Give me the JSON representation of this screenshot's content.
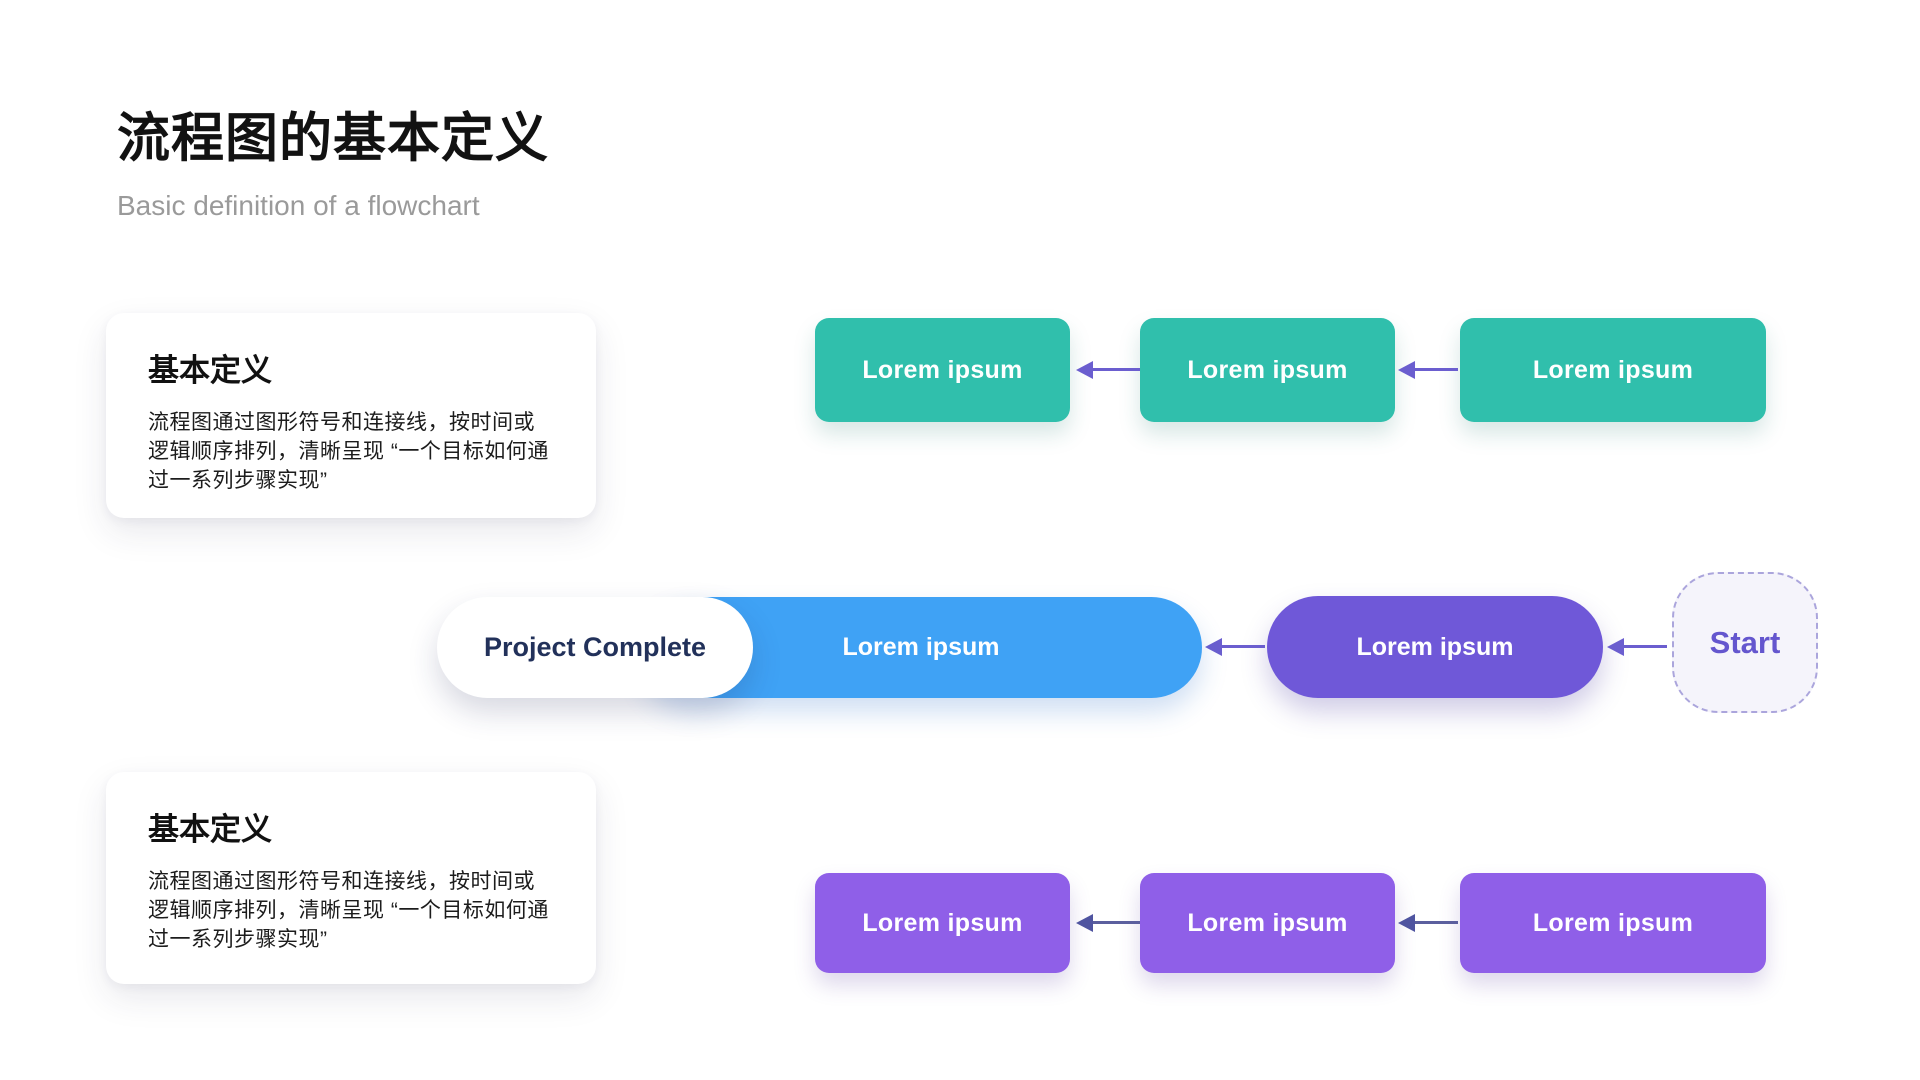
{
  "slide": {
    "title": "流程图的基本定义",
    "subtitle": "Basic definition of a flowchart"
  },
  "cards": {
    "top": {
      "title": "基本定义",
      "body": "流程图通过图形符号和连接线，按时间或逻辑顺序排列，清晰呈现 “一个目标如何通过一系列步骤实现”"
    },
    "bottom": {
      "title": "基本定义",
      "body": "流程图通过图形符号和连接线，按时间或逻辑顺序排列，清晰呈现 “一个目标如何通过一系列步骤实现”"
    }
  },
  "flowchart": {
    "top_row": {
      "boxes": [
        "Lorem ipsum",
        "Lorem ipsum",
        "Lorem ipsum"
      ]
    },
    "middle_row": {
      "complete_label": "Project Complete",
      "process_label": "Lorem ipsum",
      "subprocess_label": "Lorem ipsum",
      "start_label": "Start"
    },
    "bottom_row": {
      "boxes": [
        "Lorem ipsum",
        "Lorem ipsum",
        "Lorem ipsum"
      ]
    }
  },
  "colors": {
    "teal_box": "#30BFAC",
    "purple_box": "#8F5FE8",
    "blue_pill": "#3FA2F5",
    "violet_pill": "#6F58D8",
    "white_pill_text": "#22315A",
    "arrow_top": "#6B5ECF",
    "arrow_bottom": "#5B5F9E",
    "start_border": "#ABA5DC",
    "start_background": "#F5F4FB",
    "start_text": "#6456CE",
    "subtitle_gray": "#9A9A9A"
  }
}
